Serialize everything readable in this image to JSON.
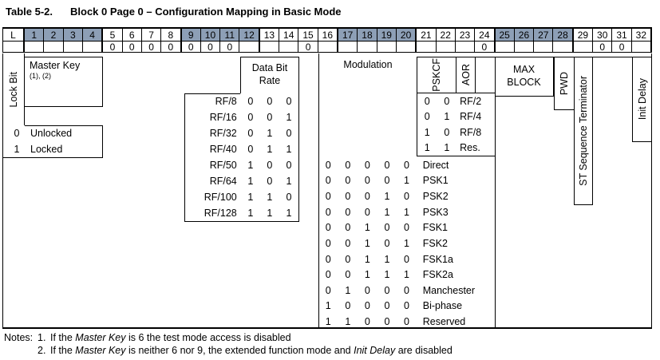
{
  "title": {
    "prefix": "Table 5-2.",
    "text": "Block 0 Page 0 – Configuration Mapping in Basic Mode"
  },
  "bit_header": {
    "shaded_color": "#8D9FB6",
    "cells": [
      {
        "label": "L",
        "shaded": false
      },
      {
        "label": "1",
        "shaded": true
      },
      {
        "label": "2",
        "shaded": true
      },
      {
        "label": "3",
        "shaded": true
      },
      {
        "label": "4",
        "shaded": true
      },
      {
        "label": "5",
        "shaded": false
      },
      {
        "label": "6",
        "shaded": false
      },
      {
        "label": "7",
        "shaded": false
      },
      {
        "label": "8",
        "shaded": false
      },
      {
        "label": "9",
        "shaded": true
      },
      {
        "label": "10",
        "shaded": true
      },
      {
        "label": "11",
        "shaded": true
      },
      {
        "label": "12",
        "shaded": true
      },
      {
        "label": "13",
        "shaded": false
      },
      {
        "label": "14",
        "shaded": false
      },
      {
        "label": "15",
        "shaded": false
      },
      {
        "label": "16",
        "shaded": false
      },
      {
        "label": "17",
        "shaded": true
      },
      {
        "label": "18",
        "shaded": true
      },
      {
        "label": "19",
        "shaded": true
      },
      {
        "label": "20",
        "shaded": true
      },
      {
        "label": "21",
        "shaded": false
      },
      {
        "label": "22",
        "shaded": false
      },
      {
        "label": "23",
        "shaded": false
      },
      {
        "label": "24",
        "shaded": false
      },
      {
        "label": "25",
        "shaded": true
      },
      {
        "label": "26",
        "shaded": true
      },
      {
        "label": "27",
        "shaded": true
      },
      {
        "label": "28",
        "shaded": true
      },
      {
        "label": "29",
        "shaded": false
      },
      {
        "label": "30",
        "shaded": false
      },
      {
        "label": "31",
        "shaded": false
      },
      {
        "label": "32",
        "shaded": false
      }
    ]
  },
  "value_row": {
    "cells": [
      "",
      "",
      "",
      "",
      "",
      "0",
      "0",
      "0",
      "0",
      "0",
      "0",
      "0",
      "",
      "",
      "",
      "0",
      "",
      "",
      "",
      "",
      "",
      "",
      "",
      "",
      "0",
      "",
      "",
      "",
      "",
      "",
      "0",
      "0",
      ""
    ]
  },
  "fields": {
    "lock_bit": {
      "label": "Lock Bit"
    },
    "master_key": {
      "label": "Master Key",
      "note_refs": "(1), (2)"
    },
    "lock_legend": {
      "rows": [
        {
          "value": "0",
          "label": "Unlocked"
        },
        {
          "value": "1",
          "label": "Locked"
        }
      ]
    },
    "data_bit_rate": {
      "label_line1": "Data Bit",
      "label_line2": "Rate",
      "rows": [
        {
          "label": "RF/8",
          "bits": [
            "0",
            "0",
            "0"
          ]
        },
        {
          "label": "RF/16",
          "bits": [
            "0",
            "0",
            "1"
          ]
        },
        {
          "label": "RF/32",
          "bits": [
            "0",
            "1",
            "0"
          ]
        },
        {
          "label": "RF/40",
          "bits": [
            "0",
            "1",
            "1"
          ]
        },
        {
          "label": "RF/50",
          "bits": [
            "1",
            "0",
            "0"
          ]
        },
        {
          "label": "RF/64",
          "bits": [
            "1",
            "0",
            "1"
          ]
        },
        {
          "label": "RF/100",
          "bits": [
            "1",
            "1",
            "0"
          ]
        },
        {
          "label": "RF/128",
          "bits": [
            "1",
            "1",
            "1"
          ]
        }
      ]
    },
    "modulation": {
      "label": "Modulation",
      "rows": [
        {
          "bits": [
            "0",
            "0",
            "0",
            "0",
            "0"
          ],
          "label": "Direct"
        },
        {
          "bits": [
            "0",
            "0",
            "0",
            "0",
            "1"
          ],
          "label": "PSK1"
        },
        {
          "bits": [
            "0",
            "0",
            "0",
            "1",
            "0"
          ],
          "label": "PSK2"
        },
        {
          "bits": [
            "0",
            "0",
            "0",
            "1",
            "1"
          ],
          "label": "PSK3"
        },
        {
          "bits": [
            "0",
            "0",
            "1",
            "0",
            "0"
          ],
          "label": "FSK1"
        },
        {
          "bits": [
            "0",
            "0",
            "1",
            "0",
            "1"
          ],
          "label": "FSK2"
        },
        {
          "bits": [
            "0",
            "0",
            "1",
            "1",
            "0"
          ],
          "label": "FSK1a"
        },
        {
          "bits": [
            "0",
            "0",
            "1",
            "1",
            "1"
          ],
          "label": "FSK2a"
        },
        {
          "bits": [
            "0",
            "1",
            "0",
            "0",
            "0"
          ],
          "label": "Manchester"
        },
        {
          "bits": [
            "1",
            "0",
            "0",
            "0",
            "0"
          ],
          "label": "Bi-phase"
        },
        {
          "bits": [
            "1",
            "1",
            "0",
            "0",
            "0"
          ],
          "label": "Reserved"
        }
      ]
    },
    "pskcf": {
      "label": "PSKCF",
      "rows": [
        {
          "bits": [
            "0",
            "0"
          ],
          "label": "RF/2"
        },
        {
          "bits": [
            "0",
            "1"
          ],
          "label": "RF/4"
        },
        {
          "bits": [
            "1",
            "0"
          ],
          "label": "RF/8"
        },
        {
          "bits": [
            "1",
            "1"
          ],
          "label": "Res."
        }
      ]
    },
    "aor": {
      "label": "AOR"
    },
    "max_block": {
      "label_line1": "MAX",
      "label_line2": "BLOCK"
    },
    "pwd": {
      "label": "PWD"
    },
    "st_sequence_terminator": {
      "label": "ST Sequence Terminator"
    },
    "init_delay": {
      "label": "Init Delay"
    }
  },
  "notes": {
    "label": "Notes:",
    "items": [
      {
        "number": "1.",
        "segments": [
          {
            "text": "If the ",
            "italic": false
          },
          {
            "text": "Master Key",
            "italic": true
          },
          {
            "text": " is 6 the test mode access is disabled",
            "italic": false
          }
        ]
      },
      {
        "number": "2.",
        "segments": [
          {
            "text": "If the ",
            "italic": false
          },
          {
            "text": "Master Key",
            "italic": true
          },
          {
            "text": " is neither 6 nor 9, the extended function mode and ",
            "italic": false
          },
          {
            "text": "Init Delay",
            "italic": true
          },
          {
            "text": " are disabled",
            "italic": false
          }
        ]
      }
    ]
  }
}
